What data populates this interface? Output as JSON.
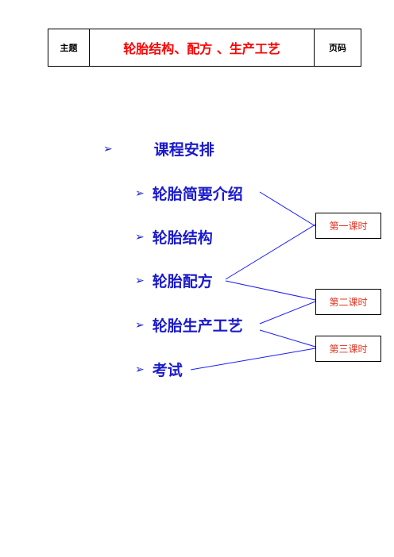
{
  "header": {
    "topic_label": "主题",
    "title": "轮胎结构、配方 、生产工艺",
    "page_label": "页码"
  },
  "outline": {
    "heading": "课程安排",
    "items": [
      "轮胎简要介绍",
      "轮胎结构",
      "轮胎配方",
      "轮胎生产工艺",
      "考试"
    ]
  },
  "sessions": [
    "第一课时",
    "第二课时",
    "第三课时"
  ],
  "colors": {
    "title_red": "#ff0000",
    "list_blue": "#1a1acc",
    "line_blue": "#1a1aff",
    "session_text": "#e0331f"
  },
  "icons": {
    "bullet": "arrow-bullet-icon"
  }
}
